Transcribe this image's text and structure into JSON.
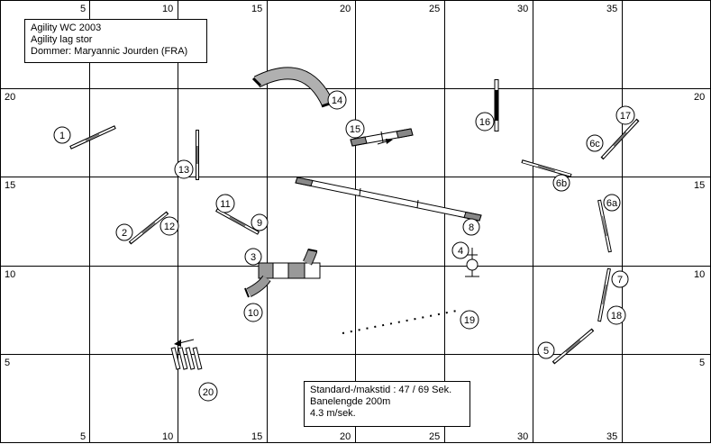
{
  "info": {
    "line1": "Agility WC 2003",
    "line2": "Agility lag stor",
    "line3": "Dommer: Maryannic Jourden (FRA)"
  },
  "stats": {
    "line1": "Standard-/makstid : 47 / 69 Sek.",
    "line2": "Banelengde 200m",
    "line3": "4.3 m/sek."
  },
  "axis": {
    "top": [
      "5",
      "10",
      "15",
      "20",
      "25",
      "30",
      "35"
    ],
    "bottom": [
      "5",
      "10",
      "15",
      "20",
      "25",
      "30",
      "35"
    ],
    "left": [
      "20",
      "15",
      "10",
      "5"
    ],
    "right": [
      "20",
      "15",
      "10",
      "5"
    ]
  },
  "obstacle_numbers": [
    "1",
    "2",
    "3",
    "4",
    "5",
    "6a",
    "6b",
    "6c",
    "7",
    "8",
    "9",
    "10",
    "11",
    "12",
    "13",
    "14",
    "15",
    "16",
    "17",
    "18",
    "19",
    "20"
  ]
}
